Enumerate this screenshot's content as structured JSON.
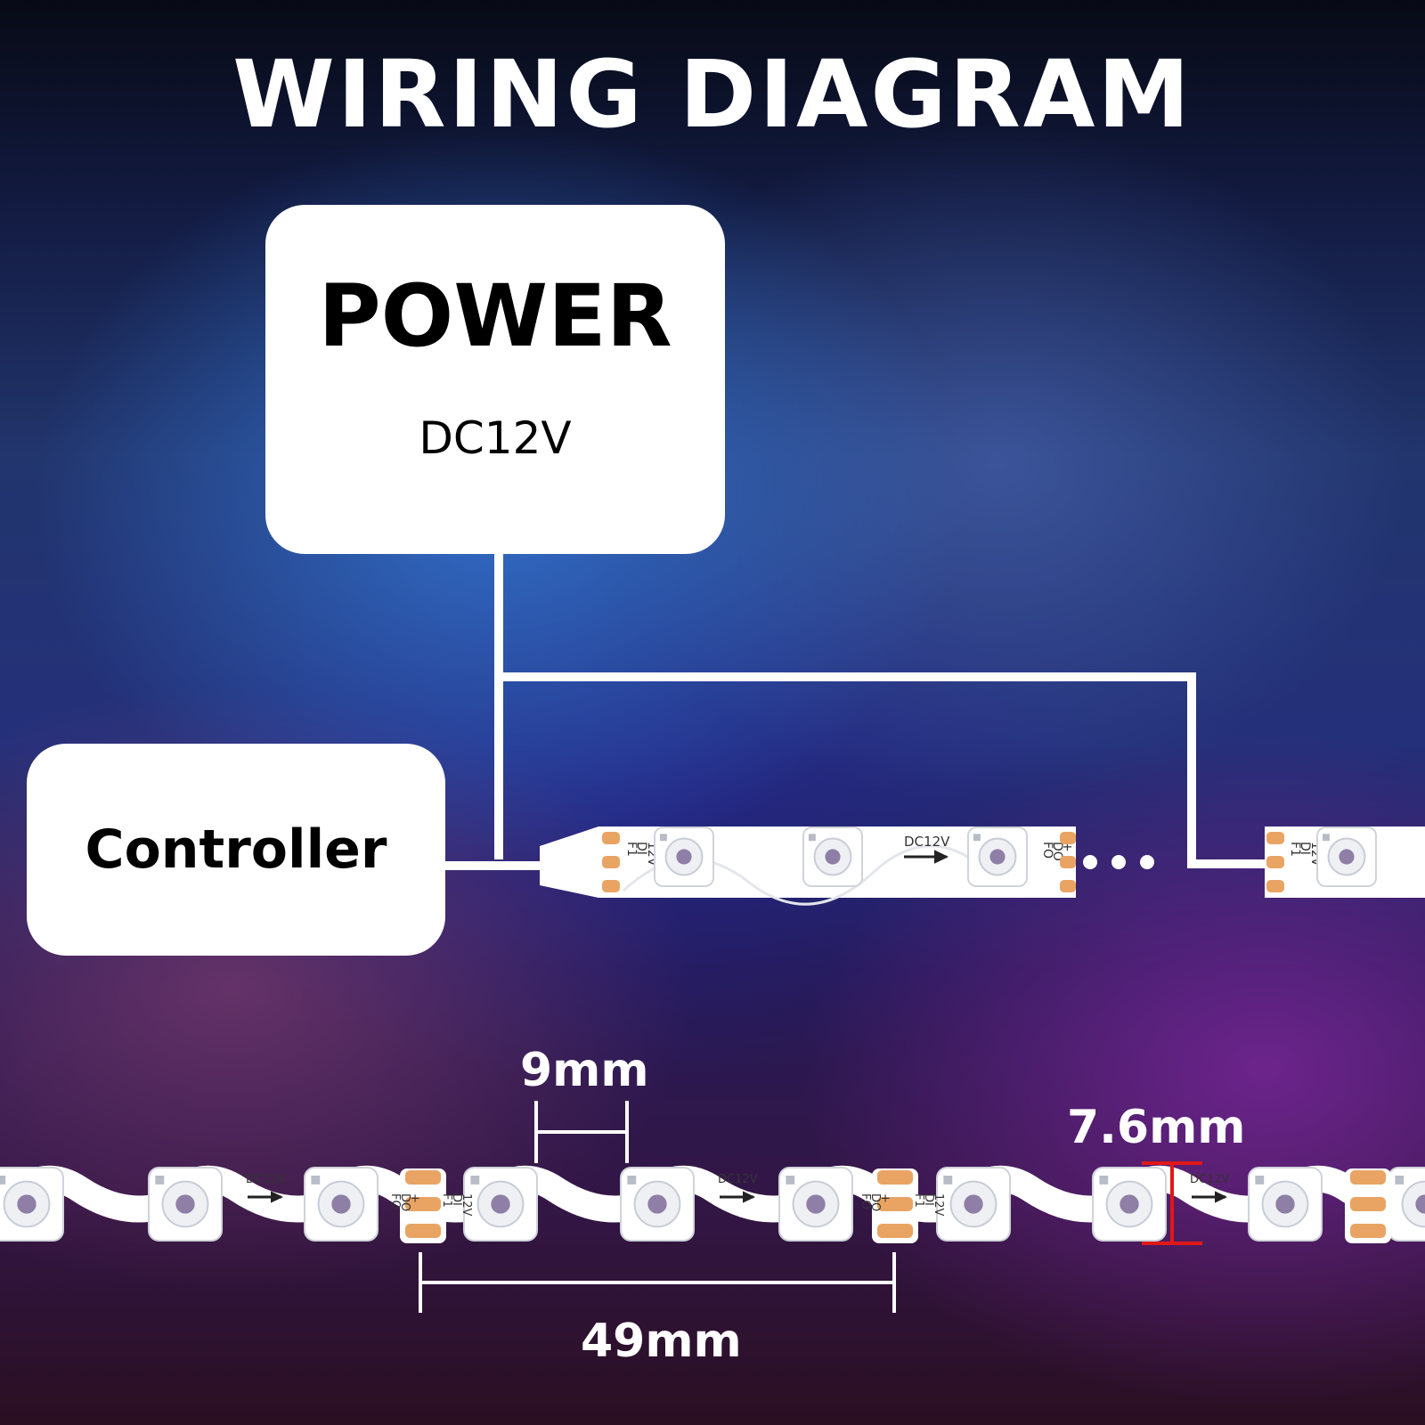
{
  "title": "WIRING DIAGRAM",
  "power": {
    "label": "POWER",
    "voltage": "DC12V"
  },
  "controller": {
    "label": "Controller"
  },
  "strip": {
    "printed_voltage": "DC12V",
    "pad_labels_in": [
      "F1",
      "DI",
      "12V"
    ],
    "pad_labels_out": [
      "FO",
      "DO",
      "+"
    ],
    "pad_color": "#E9A463",
    "led_core_color": "#6f5a8c"
  },
  "continuation": "...",
  "dimensions": {
    "led_spacing": "9mm",
    "strip_width": "7.6mm",
    "cut_length": "49mm"
  },
  "colors": {
    "wire": "#ffffff",
    "dimension_line": "#ffffff",
    "width_marker": "#e01818"
  }
}
